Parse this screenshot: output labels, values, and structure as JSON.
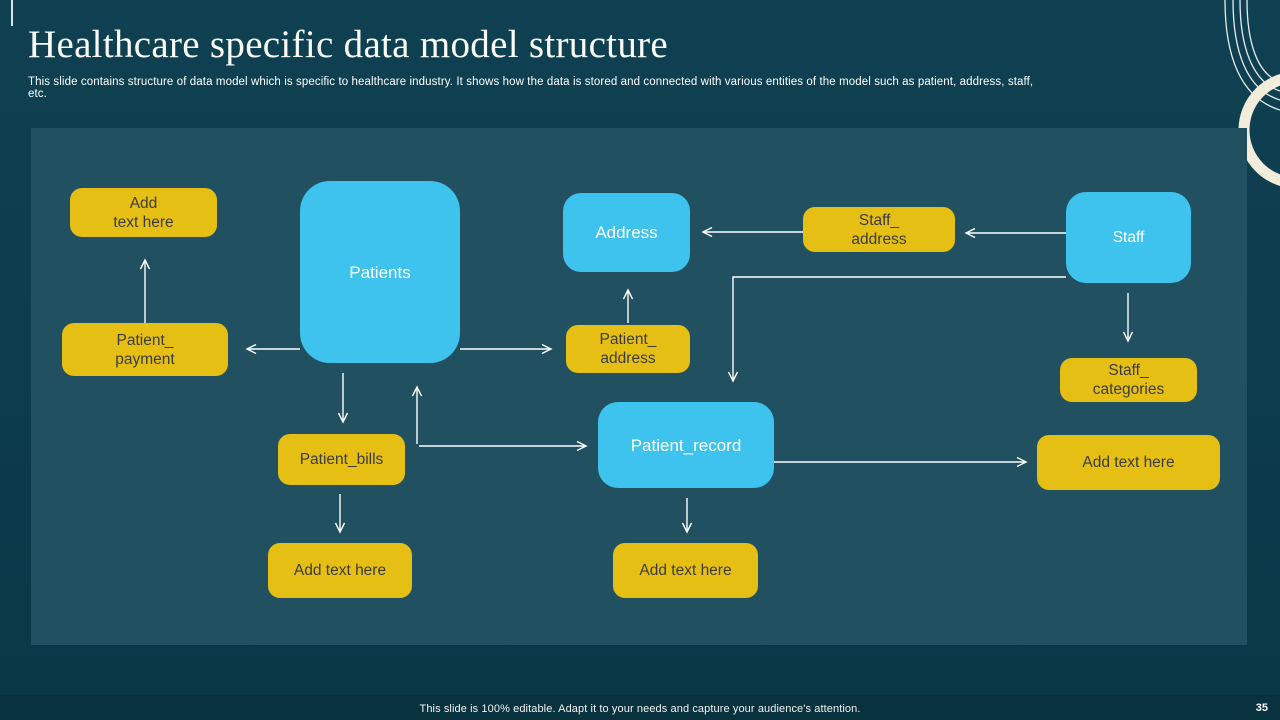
{
  "slide": {
    "title": "Healthcare specific data model structure",
    "subtitle": "This slide contains structure of data model which is specific to healthcare industry. It shows how the data is stored and connected with various entities of the model such as patient, address, staff, etc.",
    "footer": "This slide is 100% editable. Adapt it to your needs and capture your audience's attention.",
    "page_number": "35"
  },
  "colors": {
    "background": "#0d3c4c",
    "diagram_panel": "#215160",
    "node_yellow": "#e6bf15",
    "node_blue": "#3ec2ee",
    "node_text_dark": "#3c3c3c",
    "node_text_light": "#ffffff",
    "arrow": "#ffffff",
    "footer_band": "#09323f",
    "corner_arc_cream": "#f2ecda"
  },
  "diagram": {
    "nodes": [
      {
        "id": "add-text-top-left",
        "color": "yellow",
        "lines": [
          "Add",
          "text here"
        ]
      },
      {
        "id": "patients",
        "color": "blue",
        "lines": [
          "Patients"
        ]
      },
      {
        "id": "patient-payment",
        "color": "yellow",
        "lines": [
          "Patient_",
          "payment"
        ]
      },
      {
        "id": "address",
        "color": "blue",
        "lines": [
          "Address"
        ]
      },
      {
        "id": "patient-address",
        "color": "yellow",
        "lines": [
          "Patient_",
          "address"
        ]
      },
      {
        "id": "staff-address",
        "color": "yellow",
        "lines": [
          "Staff_",
          "address"
        ]
      },
      {
        "id": "staff",
        "color": "blue",
        "lines": [
          "Staff"
        ]
      },
      {
        "id": "staff-categories",
        "color": "yellow",
        "lines": [
          "Staff_",
          "categories"
        ]
      },
      {
        "id": "patient-record",
        "color": "blue",
        "lines": [
          "Patient_record"
        ]
      },
      {
        "id": "patient-bills",
        "color": "yellow",
        "lines": [
          "Patient_bills"
        ]
      },
      {
        "id": "add-text-bottom-left",
        "color": "yellow",
        "lines": [
          "Add text here"
        ]
      },
      {
        "id": "add-text-bottom-middle",
        "color": "yellow",
        "lines": [
          "Add text here"
        ]
      },
      {
        "id": "add-text-right",
        "color": "yellow",
        "lines": [
          "Add text here"
        ]
      }
    ],
    "edges": [
      {
        "from": "patient-payment",
        "to": "add-text-top-left"
      },
      {
        "from": "patients",
        "to": "patient-payment"
      },
      {
        "from": "patients",
        "to": "patient-address"
      },
      {
        "from": "patient-address",
        "to": "address"
      },
      {
        "from": "staff-address",
        "to": "address"
      },
      {
        "from": "staff",
        "to": "staff-address"
      },
      {
        "from": "staff",
        "to": "staff-categories"
      },
      {
        "from": "staff",
        "to": "patient-record"
      },
      {
        "from": "patients",
        "to": "patient-bills"
      },
      {
        "from": "patients",
        "to": "patient-record",
        "bidirectional": true
      },
      {
        "from": "patient-bills",
        "to": "add-text-bottom-left"
      },
      {
        "from": "patient-record",
        "to": "add-text-bottom-middle"
      },
      {
        "from": "patient-record",
        "to": "add-text-right"
      }
    ]
  }
}
